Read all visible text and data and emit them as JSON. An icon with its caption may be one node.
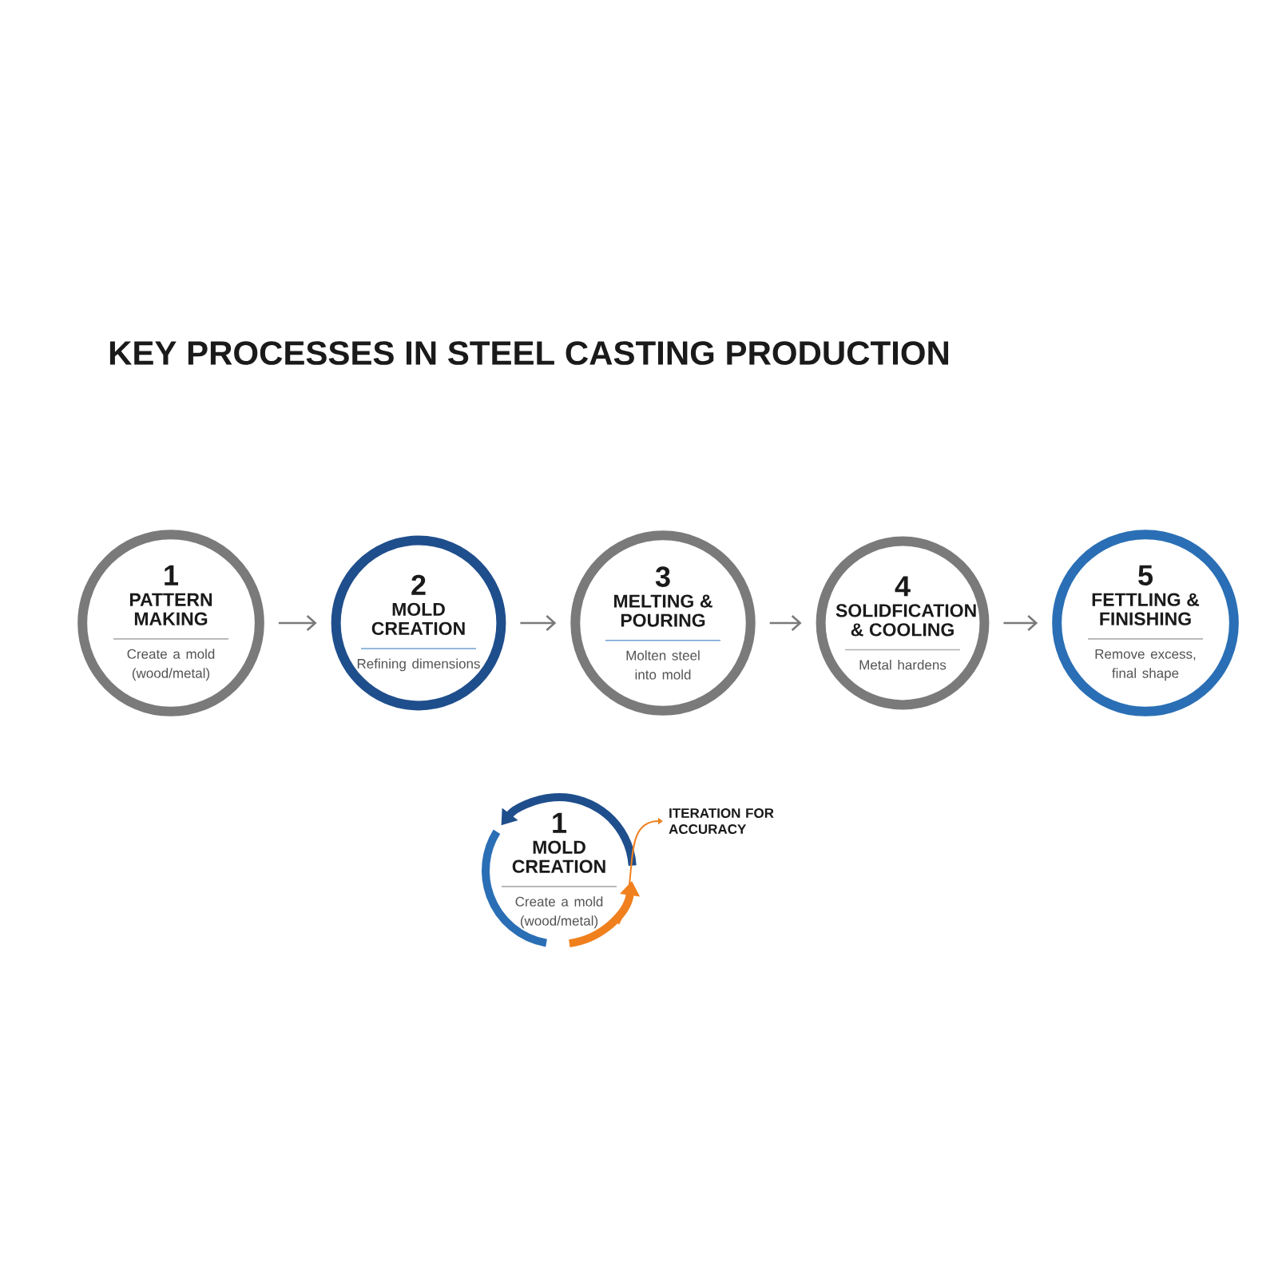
{
  "diagram": {
    "title": "KEY PROCESSES IN STEEL CASTING PRODUCTION",
    "nodes": [
      {
        "text": [
          "1",
          "PATTERN MAKING",
          "Create a mold (wood/metal)"
        ]
      },
      {
        "text": [
          "2",
          "MOLD CREATION",
          "Refining dimensions"
        ]
      },
      {
        "text": [
          "3",
          "MELTING & POURING",
          "Molten steel into mold"
        ]
      },
      {
        "text": [
          "4",
          "SOLIDFICATION & COOLING",
          "Metal hardens"
        ]
      },
      {
        "text": [
          "5",
          "FETTLING & FINISHING",
          "Remove excess, final shape"
        ]
      },
      {
        "text": [
          "1",
          "MOLD CREATION",
          "Create a mold (wood/metal)"
        ]
      },
      {
        "text": [
          "ITERATION FOR ACCURACY"
        ]
      }
    ],
    "edges": [
      {
        "from": 0,
        "to": 1,
        "arrow": "to"
      },
      {
        "from": 1,
        "to": 2,
        "arrow": "to"
      },
      {
        "from": 2,
        "to": 3,
        "arrow": "to"
      },
      {
        "from": 3,
        "to": 4,
        "arrow": "to"
      },
      {
        "from": 5,
        "to": 6,
        "arrow": "to",
        "color": "#f0801e"
      }
    ]
  }
}
